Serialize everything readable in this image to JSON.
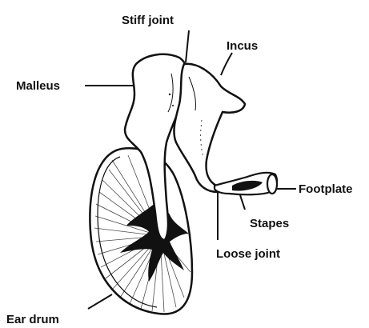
{
  "diagram": {
    "labels": {
      "stiff_joint": "Stiff joint",
      "incus": "Incus",
      "malleus": "Malleus",
      "footplate": "Footplate",
      "stapes": "Stapes",
      "loose_joint": "Loose joint",
      "ear_drum": "Ear drum"
    }
  }
}
